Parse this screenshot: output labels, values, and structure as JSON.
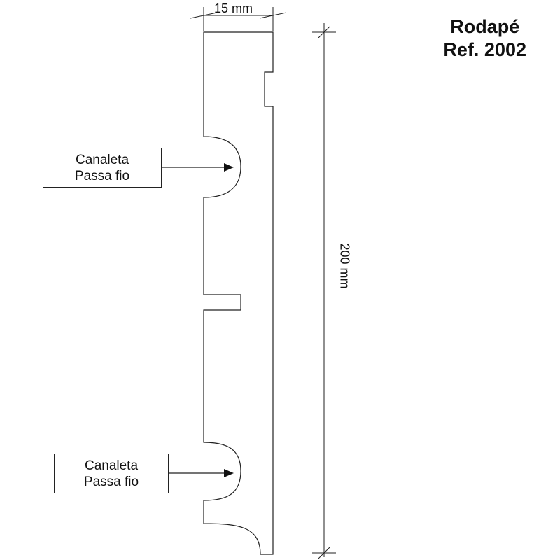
{
  "drawing": {
    "title_line1": "Rodapé",
    "title_line2": "Ref. 2002",
    "width_dimension": "15 mm",
    "height_dimension": "200 mm",
    "callouts": [
      {
        "line1": "Canaleta",
        "line2": "Passa fio"
      },
      {
        "line1": "Canaleta",
        "line2": "Passa fio"
      }
    ],
    "colors": {
      "line": "#222222",
      "background": "#ffffff",
      "text": "#111111"
    }
  }
}
